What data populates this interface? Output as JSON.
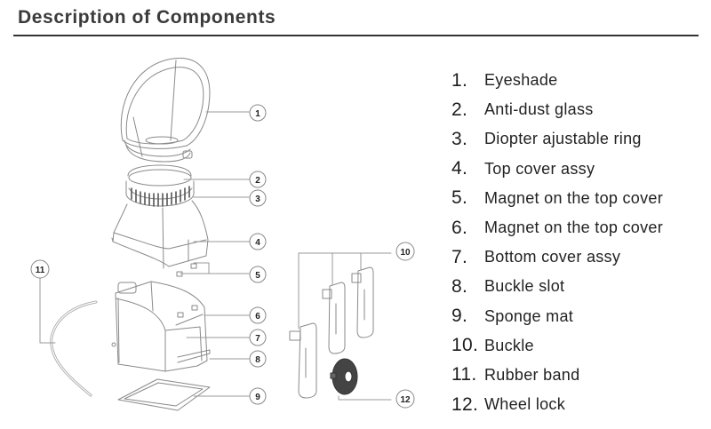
{
  "title": "Description of Components",
  "components": [
    {
      "number": "1.",
      "name": "Eyeshade",
      "callout": "1"
    },
    {
      "number": "2.",
      "name": "Anti-dust glass",
      "callout": "2"
    },
    {
      "number": "3.",
      "name": "Diopter ajustable ring",
      "callout": "3"
    },
    {
      "number": "4.",
      "name": "Top cover assy",
      "callout": "4"
    },
    {
      "number": "5.",
      "name": "Magnet on the top cover",
      "callout": "5"
    },
    {
      "number": "6.",
      "name": "Magnet on the top cover",
      "callout": "6"
    },
    {
      "number": "7.",
      "name": "Bottom cover assy",
      "callout": "7"
    },
    {
      "number": "8.",
      "name": "Buckle slot",
      "callout": "8"
    },
    {
      "number": "9.",
      "name": "Sponge mat",
      "callout": "9"
    },
    {
      "number": "10.",
      "name": "Buckle",
      "callout": "10"
    },
    {
      "number": "11.",
      "name": "Rubber band",
      "callout": "11"
    },
    {
      "number": "12.",
      "name": "Wheel lock",
      "callout": "12"
    }
  ]
}
